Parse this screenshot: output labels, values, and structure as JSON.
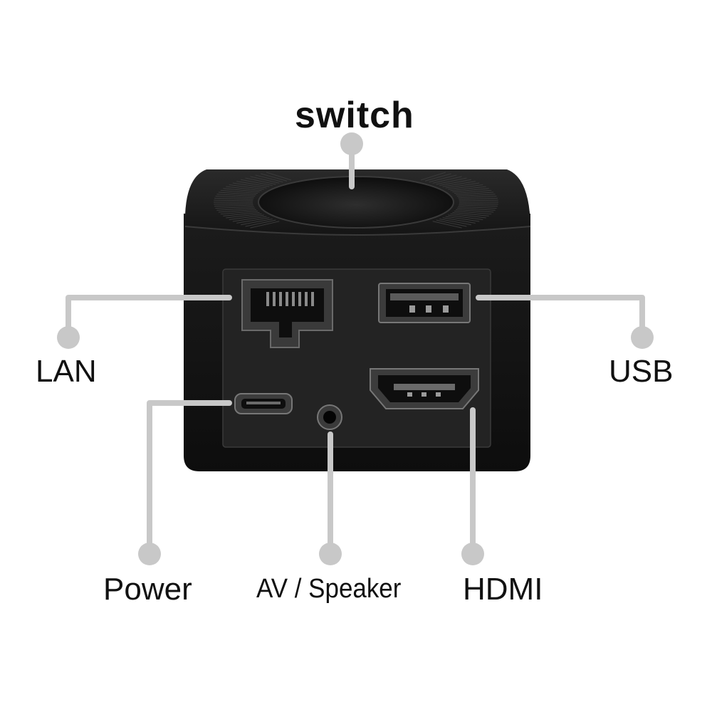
{
  "labels": {
    "switch": "switch",
    "lan": "LAN",
    "usb": "USB",
    "power": "Power",
    "av_speaker": "AV / Speaker",
    "hdmi": "HDMI"
  },
  "colors": {
    "device_body": "#121212",
    "port_panel": "#262626",
    "connector_line": "#c8c8c8",
    "label_text": "#111111"
  }
}
